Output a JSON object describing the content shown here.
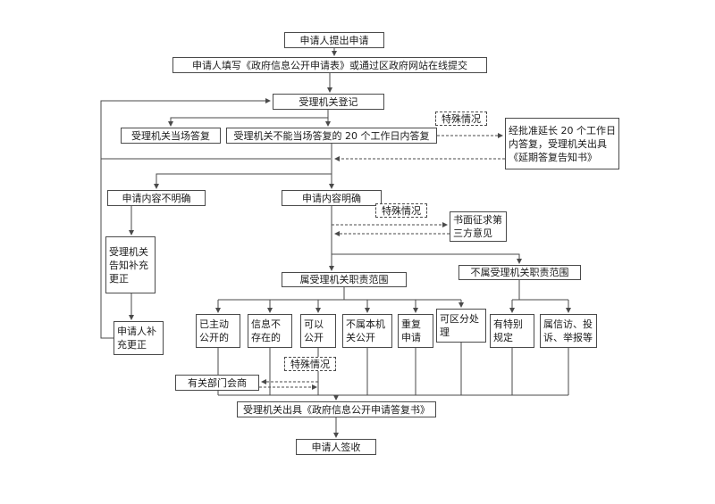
{
  "colors": {
    "background": "#ffffff",
    "line": "#4a4a4a",
    "border": "#4a4a4a",
    "text": "#1a1a1a"
  },
  "nodes": {
    "submit": {
      "label": "申请人提出申请"
    },
    "fill_form": {
      "label": "申请人填写《政府信息公开申请表》或通过区政府网站在线提交"
    },
    "register": {
      "label": "受理机关登记"
    },
    "onspot_reply": {
      "label": "受理机关当场答复"
    },
    "not_onspot_reply": {
      "label": "受理机关不能当场答复的 20 个工作日内答复"
    },
    "extension": {
      "label": "经批准延长 20 个工作日内答复，受理机关出具《延期答复告知书》"
    },
    "unclear": {
      "label": "申请内容不明确"
    },
    "clear": {
      "label": "申请内容明确"
    },
    "third_party": {
      "label": "书面征求第三方意见"
    },
    "notify_supplement": {
      "label": "受理机关告知补充更正"
    },
    "in_scope": {
      "label": "属受理机关职责范围"
    },
    "out_scope": {
      "label": "不属受理机关职责范围"
    },
    "applicant_supplement": {
      "label": "申请人补充更正"
    },
    "already_public": {
      "label": "已主动公开的"
    },
    "not_exist": {
      "label": "信息不存在的"
    },
    "can_public": {
      "label": "可以公开"
    },
    "other_agency": {
      "label": "不属本机关公开"
    },
    "repeat_apply": {
      "label": "重复申请"
    },
    "separable": {
      "label": "可区分处理"
    },
    "special_rules": {
      "label": "有特别规定"
    },
    "petition": {
      "label": "属信访、投诉、举报等"
    },
    "consult": {
      "label": "有关部门会商"
    },
    "reply_letter": {
      "label": "受理机关出具《政府信息公开申请答复书》"
    },
    "sign": {
      "label": "申请人签收"
    },
    "special1": {
      "label": "特殊情况"
    },
    "special2": {
      "label": "特殊情况"
    },
    "special3": {
      "label": "特殊情况"
    }
  }
}
